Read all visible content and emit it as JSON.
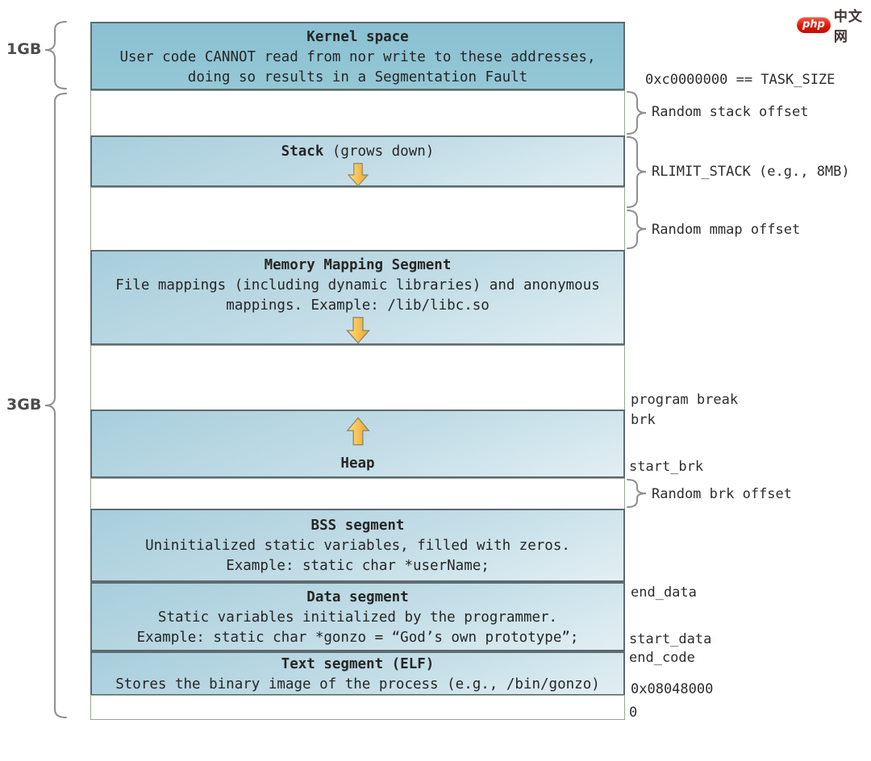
{
  "logo": {
    "php": "php",
    "site": "中文网"
  },
  "left_labels": {
    "kernel_size": "1GB",
    "user_size": "3GB"
  },
  "segments": {
    "kernel": {
      "title": "Kernel space",
      "line1": "User code CANNOT read from nor write to these addresses,",
      "line2": "doing so results in a Segmentation Fault"
    },
    "stack": {
      "title": "Stack",
      "subtitle": " (grows down)"
    },
    "mmap": {
      "title": "Memory Mapping Segment",
      "line1": "File mappings (including dynamic libraries) and anonymous",
      "line2": "mappings. Example: /lib/libc.so"
    },
    "heap": {
      "title": "Heap"
    },
    "bss": {
      "title": "BSS segment",
      "line1": "Uninitialized static variables, filled with zeros.",
      "line2": "Example: static char *userName;"
    },
    "data": {
      "title": "Data segment",
      "line1": "Static variables initialized by the programmer.",
      "line2": "Example: static char *gonzo = “God’s own prototype”;"
    },
    "text": {
      "title": "Text segment (ELF)",
      "line1": "Stores the binary image of the process (e.g., /bin/gonzo)"
    }
  },
  "annotations": {
    "task_size": "0xc0000000 == TASK_SIZE",
    "random_stack": "Random stack offset",
    "rlimit_stack": "RLIMIT_STACK (e.g., 8MB)",
    "random_mmap": "Random mmap offset",
    "program_break": "program break",
    "brk": "brk",
    "start_brk": "start_brk",
    "random_brk": "Random brk offset",
    "end_data": "end_data",
    "start_data": "start_data",
    "end_code": "end_code",
    "text_start": "0x08048000",
    "zero": "0"
  },
  "colors": {
    "kernel_box": "#8dc3d3",
    "segment_gradient_top": "#a7cedb",
    "segment_gradient_bottom": "#e2eff3",
    "box_border": "#5d6b70",
    "gap_border": "#95a793",
    "arrow_yellow": "#ffdd6e",
    "arrow_orange": "#efa32b",
    "brace_gray": "#8f8f8f",
    "logo_red": "#d9180a"
  }
}
